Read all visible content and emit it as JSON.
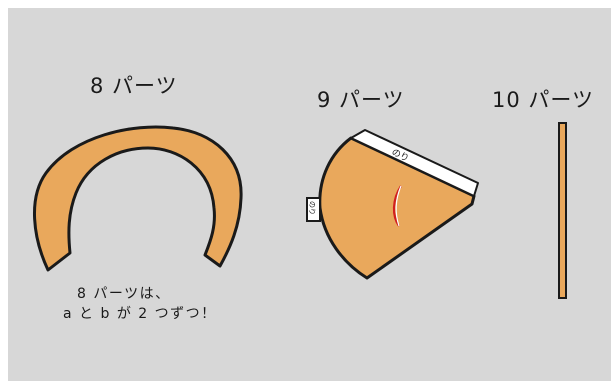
{
  "parts": [
    {
      "title": "8 パーツ"
    },
    {
      "title": "9 パーツ"
    },
    {
      "title": "10 パーツ"
    }
  ],
  "labels": {
    "glue_strip": "のり",
    "tab": "のり"
  },
  "note": {
    "line1": "8 パーツは、",
    "line2": "a と b が 2 つずつ！"
  },
  "colors": {
    "background": "#d7d7d7",
    "part_fill": "#e9a85c",
    "outline": "#1a1a1a",
    "slit": "#d11f1f",
    "glue_strip": "#ffffff"
  }
}
